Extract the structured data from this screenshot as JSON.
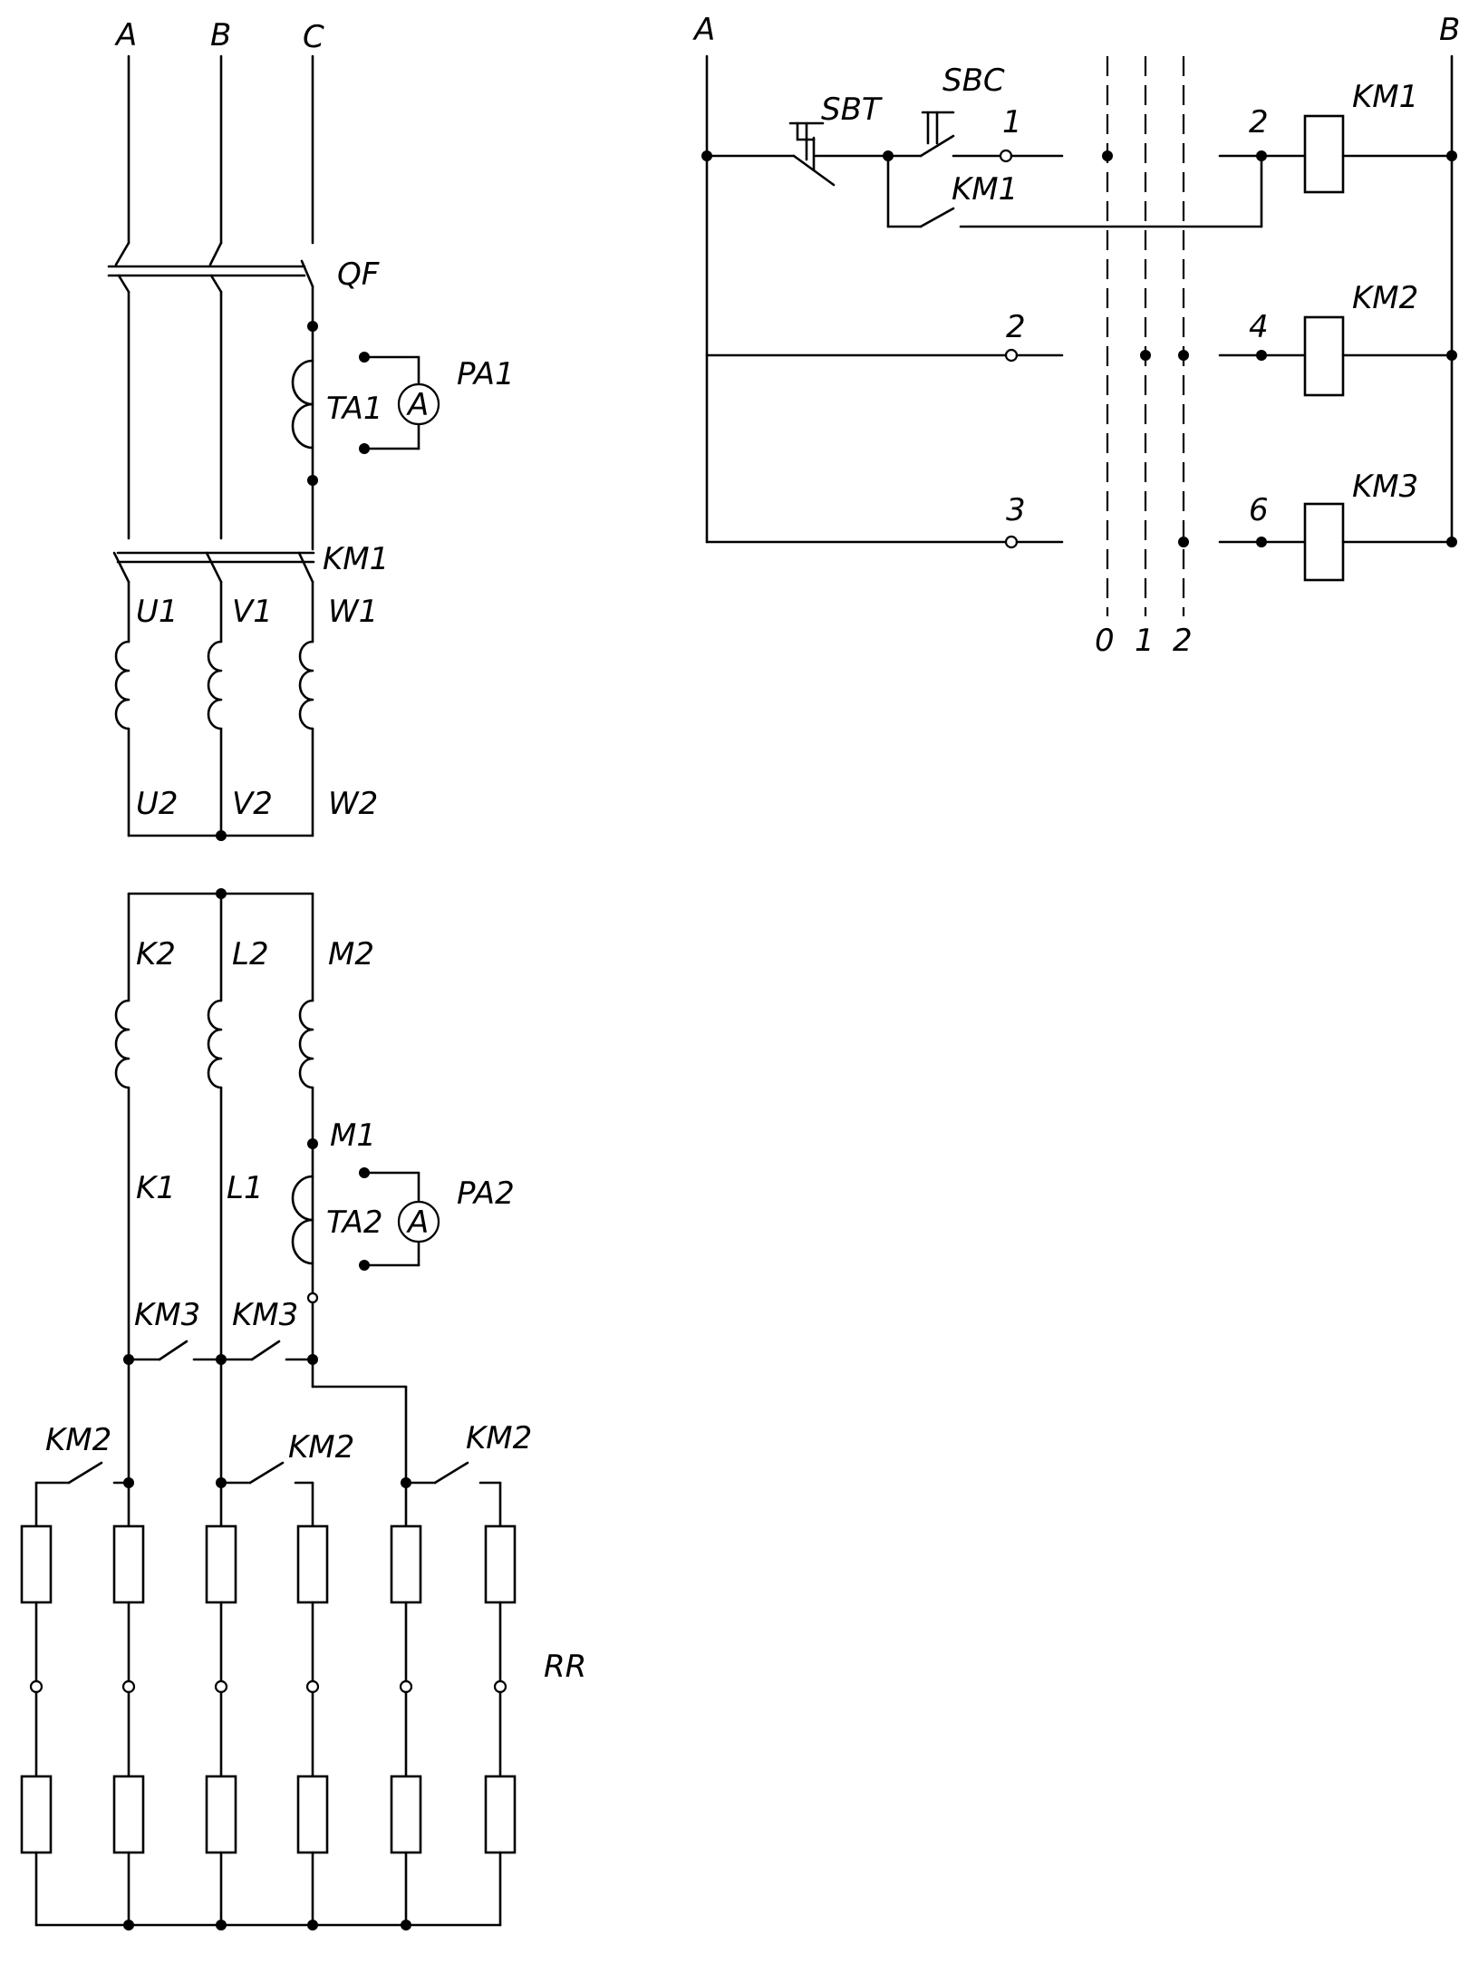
{
  "power_circuit": {
    "phases": [
      "A",
      "B",
      "C"
    ],
    "breaker": "QF",
    "current_transformer_1": "TA1",
    "ammeter_1": "PA1",
    "ammeter_symbol": "A",
    "main_contactor": "KM1",
    "stator_starts": [
      "U1",
      "V1",
      "W1"
    ],
    "stator_ends": [
      "U2",
      "V2",
      "W2"
    ],
    "rotor_ends": [
      "K2",
      "L2",
      "M2"
    ],
    "rotor_starts": [
      "K1",
      "L1",
      "M1"
    ],
    "current_transformer_2": "TA2",
    "ammeter_2": "PA2",
    "stage3_contacts": [
      "KM3",
      "KM3"
    ],
    "stage2_contacts": [
      "KM2",
      "KM2",
      "KM2"
    ],
    "resistor_bank": "RR"
  },
  "control_circuit": {
    "left_bus": "A",
    "right_bus": "B",
    "stop_button": "SBT",
    "start_button": "SBC",
    "holding_contact": "KM1",
    "left_terminals": [
      "1",
      "2",
      "3"
    ],
    "right_terminals": [
      "2",
      "4",
      "6"
    ],
    "coils": [
      "KM1",
      "KM2",
      "KM3"
    ],
    "switch_positions": [
      "0",
      "1",
      "2"
    ]
  }
}
